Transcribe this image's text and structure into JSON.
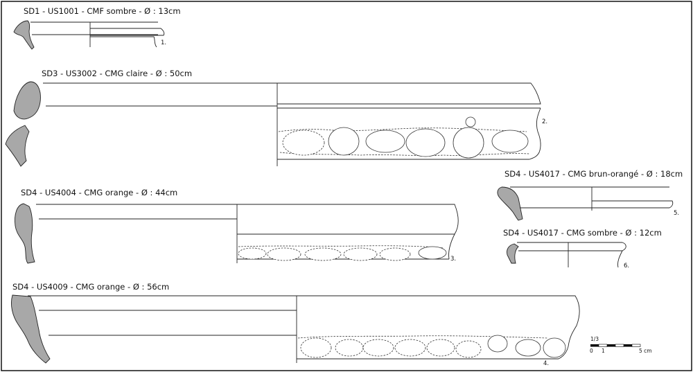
{
  "sherds": [
    {
      "label": "SD1 - US1001 - CMF sombre - Ø : 13cm",
      "number": "1."
    },
    {
      "label": "SD3 - US3002 - CMG claire - Ø : 50cm",
      "number": "2."
    },
    {
      "label": "SD4 - US4004 - CMG orange - Ø : 44cm",
      "number": "3."
    },
    {
      "label": "SD4 - US4009 - CMG orange - Ø : 56cm",
      "number": "4."
    },
    {
      "label": "SD4 - US4017 - CMG brun-orangé - Ø : 18cm",
      "number": "5."
    },
    {
      "label": "SD4 - US4017 - CMG sombre - Ø : 12cm",
      "number": "6."
    }
  ],
  "scale": {
    "ratio": "1/3",
    "tick_0": "0",
    "tick_1": "1",
    "tick_5": "5 cm"
  },
  "colors": {
    "section_fill": "#a8a8a8",
    "line": "#222222",
    "frame": "#000000"
  }
}
